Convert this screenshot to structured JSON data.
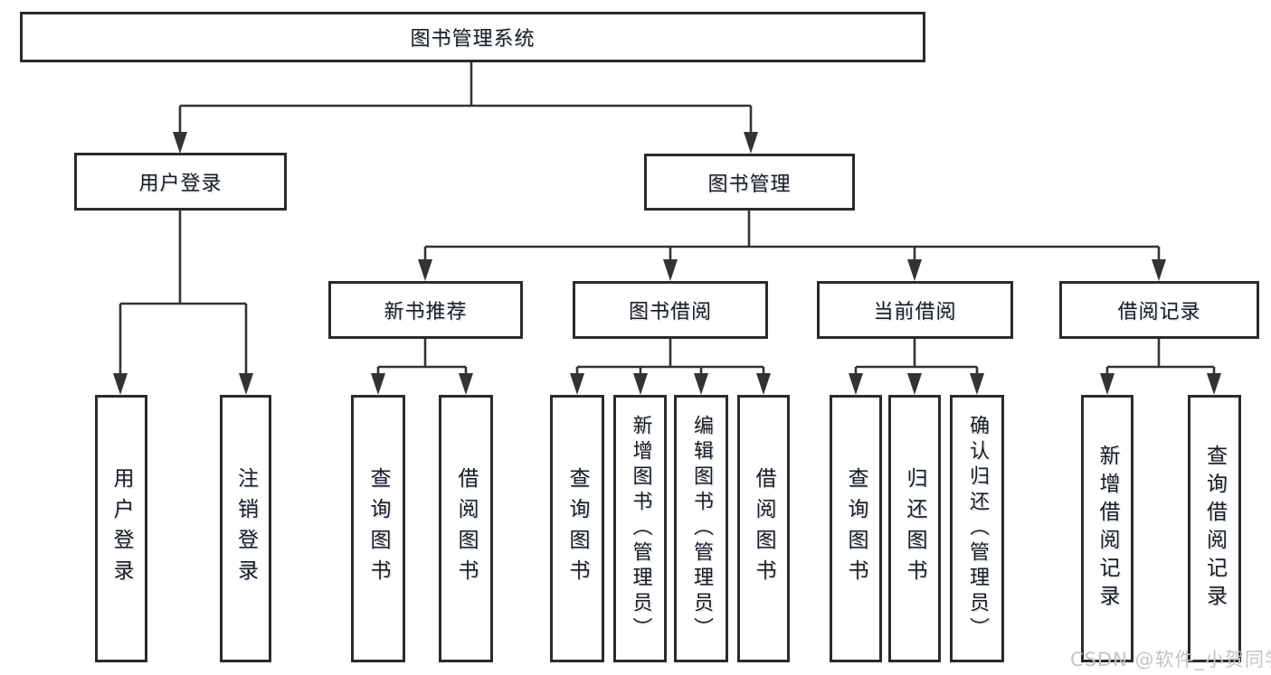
{
  "colors": {
    "line": "#333333",
    "border": "#2b2b2b",
    "text": "#1c1c1c",
    "watermark": "#c4c4c4",
    "background": "#ffffff"
  },
  "watermark": "CSDN @软件_小贺同学",
  "nodes": {
    "root": {
      "label": "图书管理系统"
    },
    "user_login": {
      "label": "用户登录"
    },
    "book_mgmt": {
      "label": "图书管理"
    },
    "login_leaf": {
      "label": "用户登录"
    },
    "logout_leaf": {
      "label": "注销登录"
    },
    "rec": {
      "label": "新书推荐"
    },
    "bb": {
      "label": "图书借阅"
    },
    "cb": {
      "label": "当前借阅"
    },
    "br": {
      "label": "借阅记录"
    },
    "rec_query": {
      "label": "查询图书"
    },
    "rec_borrow": {
      "label": "借阅图书"
    },
    "bb_query": {
      "label": "查询图书"
    },
    "bb_add": {
      "label": "新增图书（管理员）"
    },
    "bb_edit": {
      "label": "编辑图书（管理员）"
    },
    "bb_borrow": {
      "label": "借阅图书"
    },
    "cb_query": {
      "label": "查询图书"
    },
    "cb_return": {
      "label": "归还图书"
    },
    "cb_confirm": {
      "label": "确认归还（管理员）"
    },
    "br_add": {
      "label": "新增借阅记录"
    },
    "br_query": {
      "label": "查询借阅记录"
    }
  },
  "edges": [
    {
      "from": "图书管理系统",
      "to": "用户登录"
    },
    {
      "from": "图书管理系统",
      "to": "图书管理"
    },
    {
      "from": "用户登录",
      "to": "用户登录"
    },
    {
      "from": "用户登录",
      "to": "注销登录"
    },
    {
      "from": "图书管理",
      "to": "新书推荐"
    },
    {
      "from": "图书管理",
      "to": "图书借阅"
    },
    {
      "from": "图书管理",
      "to": "当前借阅"
    },
    {
      "from": "图书管理",
      "to": "借阅记录"
    },
    {
      "from": "新书推荐",
      "to": "查询图书"
    },
    {
      "from": "新书推荐",
      "to": "借阅图书"
    },
    {
      "from": "图书借阅",
      "to": "查询图书"
    },
    {
      "from": "图书借阅",
      "to": "新增图书（管理员）"
    },
    {
      "from": "图书借阅",
      "to": "编辑图书（管理员）"
    },
    {
      "from": "图书借阅",
      "to": "借阅图书"
    },
    {
      "from": "当前借阅",
      "to": "查询图书"
    },
    {
      "from": "当前借阅",
      "to": "归还图书"
    },
    {
      "from": "当前借阅",
      "to": "确认归还（管理员）"
    },
    {
      "from": "借阅记录",
      "to": "新增借阅记录"
    },
    {
      "from": "借阅记录",
      "to": "查询借阅记录"
    }
  ]
}
